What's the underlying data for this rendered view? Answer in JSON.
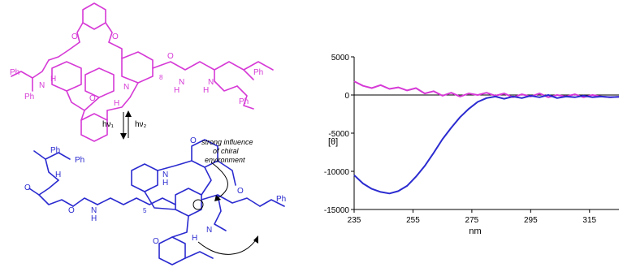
{
  "upper_structure": {
    "labels": [
      "Ph",
      "Ph",
      "Ph",
      "Ph",
      "O",
      "O",
      "O",
      "O",
      "N",
      "N",
      "N",
      "N",
      "H",
      "H",
      "H",
      "H",
      "8"
    ]
  },
  "photo_switch": {
    "forward": "hν₁",
    "reverse": "hν₂"
  },
  "lower_structure": {
    "labels": [
      "Ph",
      "Ph",
      "Ph",
      "O",
      "O",
      "O",
      "O",
      "O",
      "N",
      "N",
      "N",
      "H",
      "H",
      "H",
      "H",
      "5"
    ],
    "annotation": [
      "strong influence",
      "of chiral",
      "environment"
    ]
  },
  "colors": {
    "magenta": "#d63ad6",
    "blue": "#2b2bd0"
  },
  "chart_data": {
    "type": "line",
    "title": "",
    "xlabel": "nm",
    "ylabel": "[θ]",
    "xlim": [
      235,
      325
    ],
    "ylim": [
      -15000,
      5000
    ],
    "x_ticks": [
      235,
      255,
      275,
      295,
      315
    ],
    "y_ticks": [
      5000,
      0,
      -5000,
      -10000,
      -15000
    ],
    "grid": false,
    "series": [
      {
        "color": "#d63ad6",
        "x": [
          235,
          238,
          241,
          244,
          247,
          250,
          253,
          256,
          259,
          262,
          265,
          268,
          271,
          274,
          277,
          280,
          283,
          286,
          289,
          292,
          295,
          298,
          301,
          304,
          307,
          310,
          313,
          316,
          319,
          322,
          325
        ],
        "y": [
          1800,
          1200,
          900,
          1300,
          800,
          1000,
          600,
          900,
          200,
          500,
          -100,
          300,
          -200,
          200,
          0,
          300,
          -100,
          200,
          -300,
          100,
          -200,
          200,
          -300,
          0,
          -200,
          100,
          -300,
          0,
          -200,
          -300,
          -250
        ]
      },
      {
        "color": "#2b2bd0",
        "x": [
          235,
          238,
          241,
          244,
          247,
          250,
          253,
          256,
          259,
          262,
          265,
          268,
          271,
          274,
          277,
          280,
          283,
          286,
          289,
          292,
          295,
          298,
          301,
          304,
          307,
          310,
          313,
          316,
          319,
          322,
          325
        ],
        "y": [
          -10500,
          -11600,
          -12300,
          -12700,
          -12900,
          -12600,
          -11900,
          -10700,
          -9300,
          -7600,
          -5800,
          -4300,
          -2900,
          -1800,
          -900,
          -400,
          -200,
          -500,
          -200,
          -400,
          -100,
          -300,
          0,
          -400,
          -200,
          -300,
          -100,
          -300,
          -200,
          -300,
          -250
        ]
      }
    ]
  }
}
